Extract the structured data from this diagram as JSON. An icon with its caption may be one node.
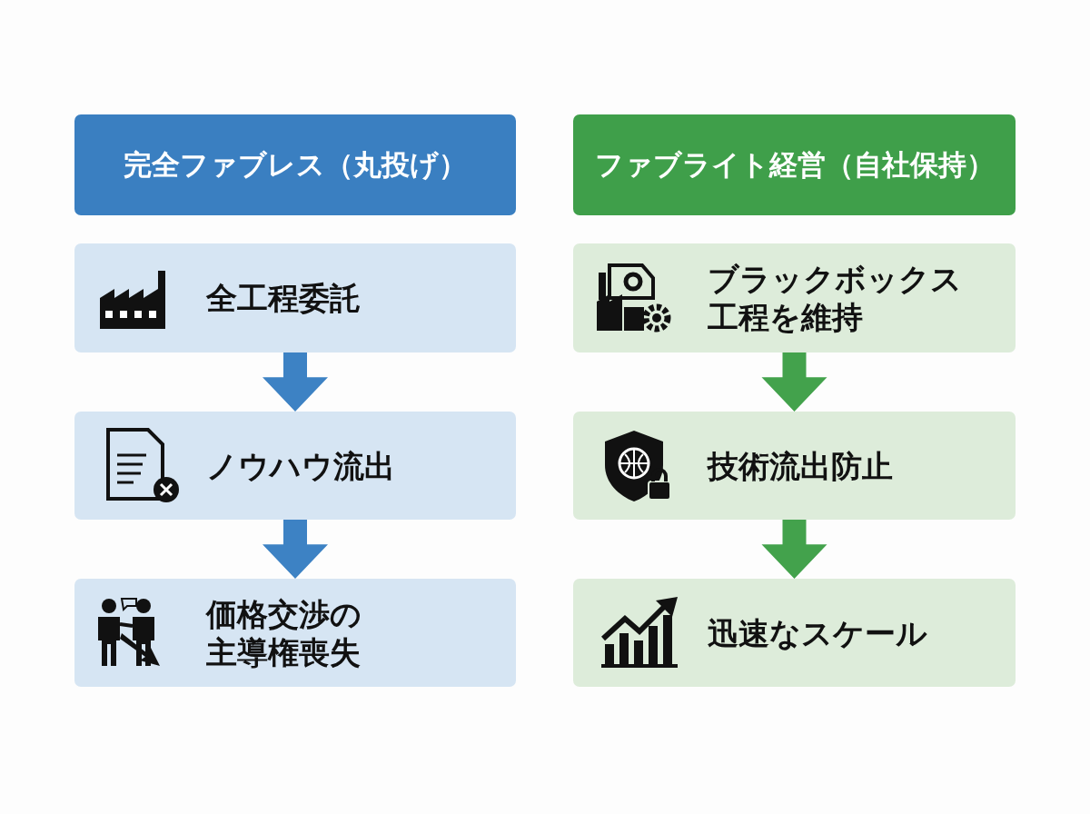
{
  "diagram": {
    "nodes": [
      {
        "text": [
          "完全ファブレス（丸投げ）"
        ]
      },
      {
        "text": [
          "全工程委託"
        ]
      },
      {
        "text": [
          "ノウハウ流出"
        ]
      },
      {
        "text": [
          "価格交渉の主導権喪失"
        ]
      },
      {
        "text": [
          "ファブライト経営（自社保持）"
        ]
      },
      {
        "text": [
          "ブラックボックス工程を維持"
        ]
      },
      {
        "text": [
          "技術流出防止"
        ]
      },
      {
        "text": [
          "迅速なスケール"
        ]
      }
    ],
    "edges": [
      {
        "from": 1,
        "to": 2,
        "arrow": "to",
        "color": "#3d82c4"
      },
      {
        "from": 2,
        "to": 3,
        "arrow": "to",
        "color": "#3d82c4"
      },
      {
        "from": 5,
        "to": 6,
        "arrow": "to",
        "color": "#43a24c"
      },
      {
        "from": 6,
        "to": 7,
        "arrow": "to",
        "color": "#43a24c"
      }
    ]
  }
}
